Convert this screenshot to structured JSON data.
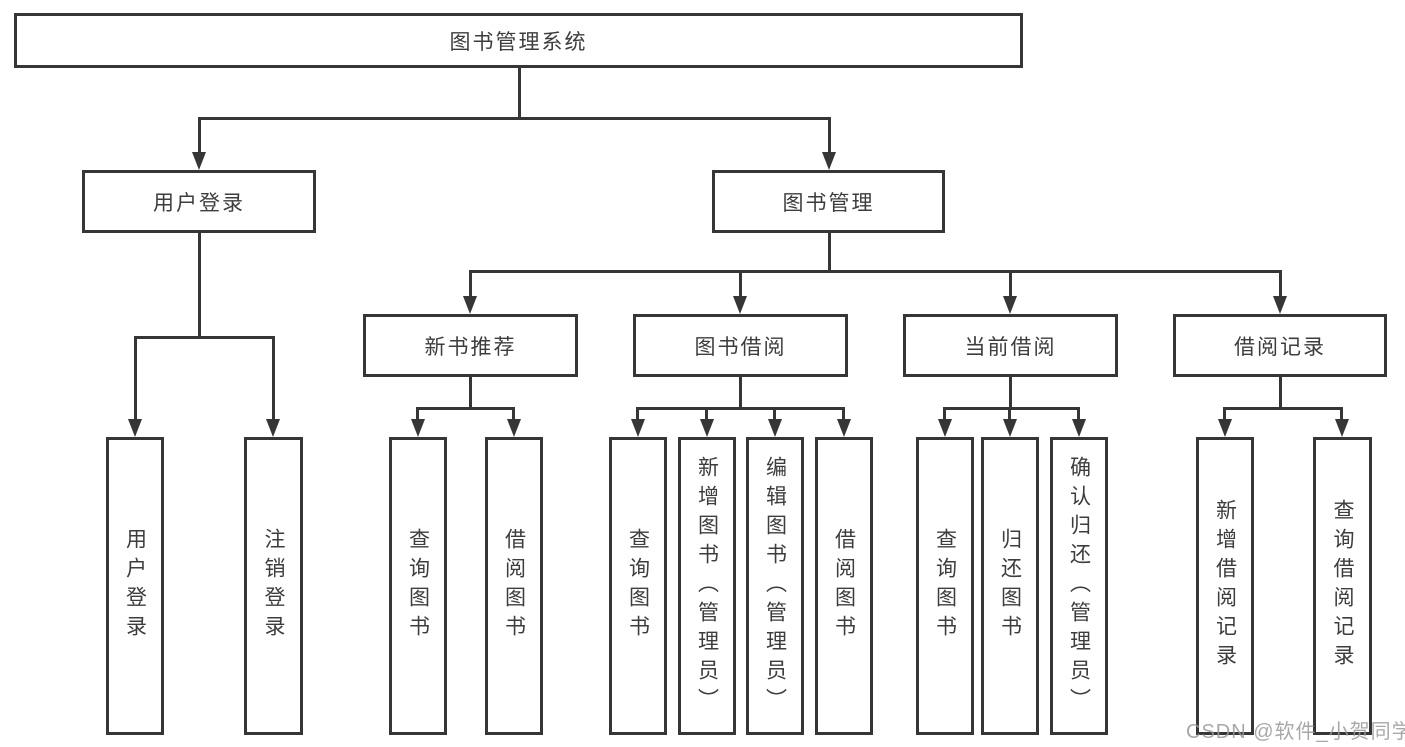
{
  "tree": {
    "root": {
      "label": "图书管理系统"
    },
    "branches": [
      {
        "label": "用户登录",
        "children": [
          {
            "label": "用户登录"
          },
          {
            "label": "注销登录"
          }
        ]
      },
      {
        "label": "图书管理",
        "sections": [
          {
            "label": "新书推荐",
            "children": [
              {
                "label": "查询图书"
              },
              {
                "label": "借阅图书"
              }
            ]
          },
          {
            "label": "图书借阅",
            "children": [
              {
                "label": "查询图书"
              },
              {
                "label": "新增图书（管理员）"
              },
              {
                "label": "编辑图书（管理员）"
              },
              {
                "label": "借阅图书"
              }
            ]
          },
          {
            "label": "当前借阅",
            "children": [
              {
                "label": "查询图书"
              },
              {
                "label": "归还图书"
              },
              {
                "label": "确认归还（管理员）"
              }
            ]
          },
          {
            "label": "借阅记录",
            "children": [
              {
                "label": "新增借阅记录"
              },
              {
                "label": "查询借阅记录"
              }
            ]
          }
        ]
      }
    ]
  },
  "colors": {
    "ink": "#363636",
    "watermark": "#9a9a9a"
  },
  "watermark": "CSDN @软件_小贺同学"
}
